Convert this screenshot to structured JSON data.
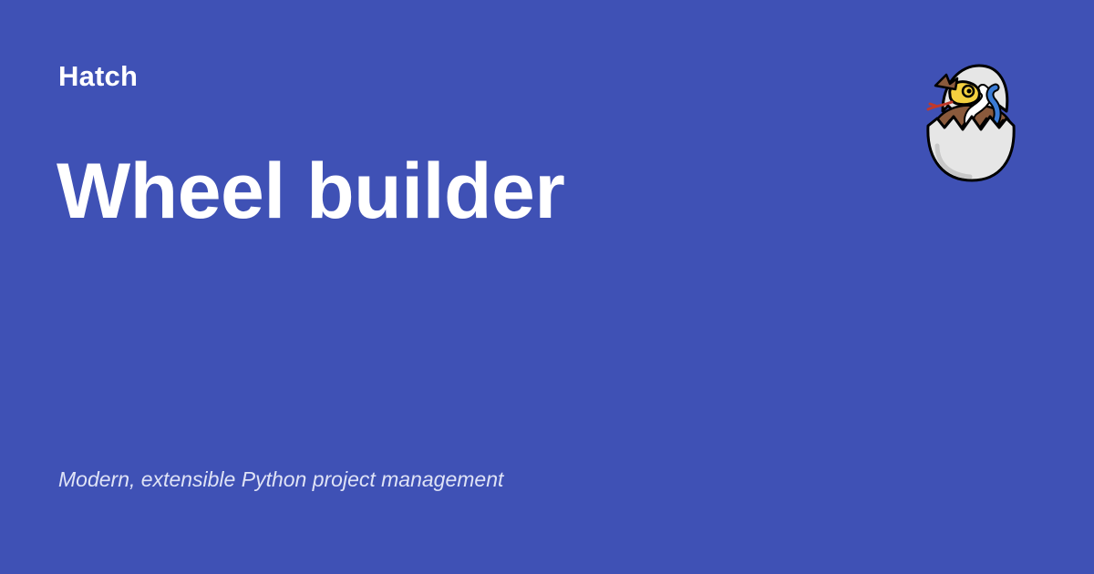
{
  "site": {
    "name": "Hatch",
    "logo_icon": "hatching-snake-egg-icon"
  },
  "page": {
    "title": "Wheel builder"
  },
  "footer": {
    "tagline": "Modern, extensible Python project management"
  },
  "colors": {
    "background": "#3f51b5",
    "text": "#ffffff",
    "tagline": "#dfe3f6",
    "egg_shell": "#e6e6e6",
    "egg_shell_shadow": "#c8c8c8",
    "egg_inner": "#8a5a3c",
    "snake_yellow": "#f4d03f",
    "snake_blue": "#3a7bd5",
    "tongue": "#c0392b"
  }
}
